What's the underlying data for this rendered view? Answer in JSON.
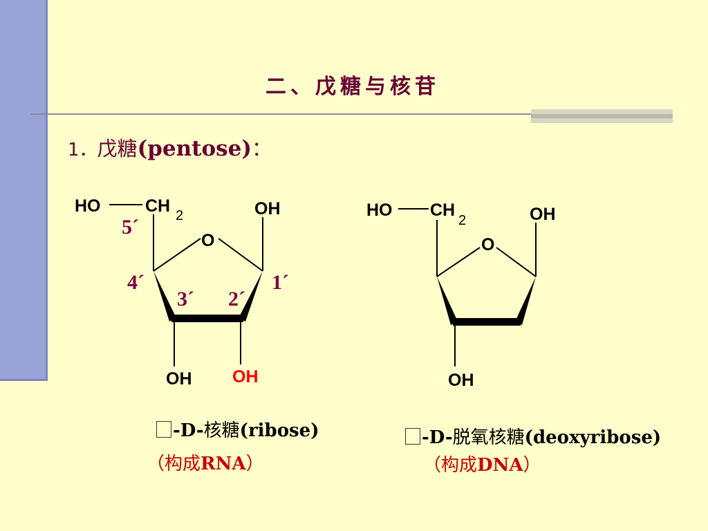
{
  "slide": {
    "title": "二、戊糖与核苷",
    "heading": {
      "number": "1．",
      "cn": "戊糖",
      "en": "(pentose)",
      "colon": "："
    }
  },
  "ribose": {
    "atoms": {
      "ho": "HO",
      "ch": "CH",
      "ch_sub": "2",
      "ring_o": "O",
      "oh_top": "OH",
      "oh_c3": "OH",
      "oh_c2": "OH"
    },
    "positions": [
      "5´",
      "4´",
      "3´",
      "2´",
      "1´"
    ],
    "caption": {
      "prefix": "-D-",
      "cn": "核糖",
      "en": "(ribose)"
    },
    "composition": {
      "open": "（",
      "cn": "构成",
      "en": "RNA",
      "close": "）"
    }
  },
  "deoxyribose": {
    "atoms": {
      "ho": "HO",
      "ch": "CH",
      "ch_sub": "2",
      "ring_o": "O",
      "oh_top": "OH",
      "oh_c3": "OH"
    },
    "caption": {
      "prefix": "-D-",
      "cn": "脱氧核糖",
      "en": "(deoxyribose)"
    },
    "composition": {
      "open": "（",
      "cn": "构成",
      "en": "DNA",
      "close": "）"
    }
  },
  "colors": {
    "background": "#FFFFCC",
    "title": "#660033",
    "position_label": "#800040",
    "highlight": "#FF0000",
    "composition": "#CC0000",
    "side_bar": "#99A3D6"
  }
}
